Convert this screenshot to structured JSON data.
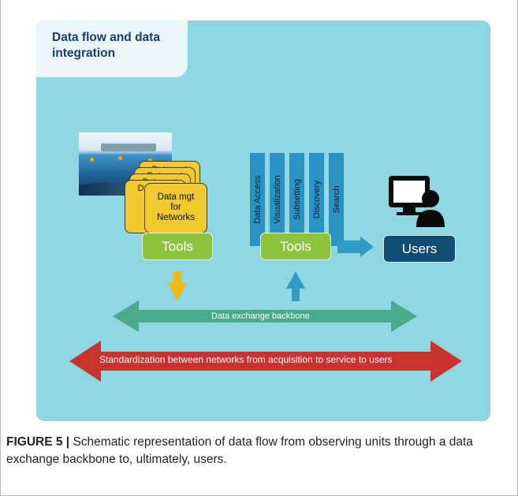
{
  "panel": {
    "title": "Data flow and data integration"
  },
  "cards": {
    "back_label": "Data mgt",
    "front_label": [
      "Data mgt",
      "for",
      "Networks"
    ]
  },
  "tools_left_label": "Tools",
  "tools_right_label": "Tools",
  "users_label": "Users",
  "tool_columns": [
    "Data Access",
    "Visualization",
    "Subsetting",
    "Discovery",
    "Search"
  ],
  "backbone_label": "Data exchange backbone",
  "standardization_label": "Standardization  between networks from acquisition to service to users",
  "colors": {
    "panel_bg": "#8fd7e3",
    "title_text": "#1c3b70",
    "card_yellow": "#f1ca2f",
    "tools_green": "#8dc43f",
    "users_navy": "#0f4d72",
    "column_blue": "#2a93c3",
    "backbone_green": "#49a98a",
    "standardization_red": "#c8332c",
    "arrow_yellow": "#f5b80f",
    "arrow_blue": "#2f9cc8"
  },
  "icons": [
    "ocean-observing-photo",
    "computer-user-icon"
  ],
  "caption": {
    "figure_label": "FIGURE 5 |",
    "text": " Schematic representation of data flow from observing units through a data exchange backbone to, ultimately, users."
  }
}
